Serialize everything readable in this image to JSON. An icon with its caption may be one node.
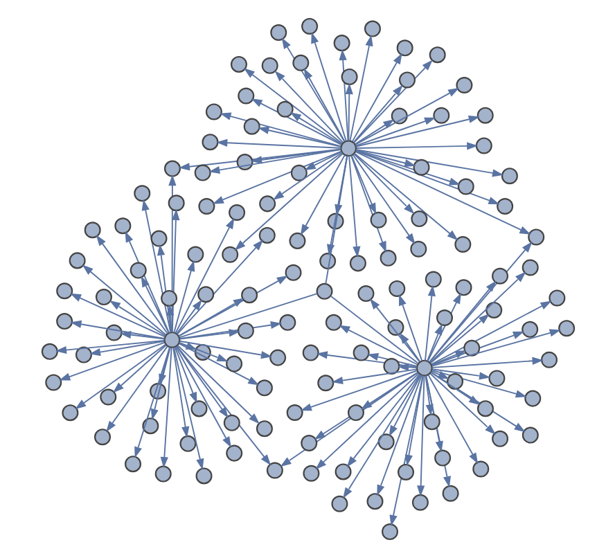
{
  "diagram": {
    "nodes": [
      {
        "text": [],
        "shape": "circle"
      },
      {
        "text": [],
        "shape": "circle"
      },
      {
        "text": [],
        "shape": "circle"
      },
      {
        "text": [],
        "shape": "circle"
      },
      {
        "text": [],
        "shape": "circle"
      },
      {
        "text": [],
        "shape": "circle"
      },
      {
        "text": [],
        "shape": "circle"
      },
      {
        "text": [],
        "shape": "circle"
      },
      {
        "text": [],
        "shape": "circle"
      },
      {
        "text": [],
        "shape": "circle"
      },
      {
        "text": [],
        "shape": "circle"
      },
      {
        "text": [],
        "shape": "circle"
      },
      {
        "text": [],
        "shape": "circle"
      },
      {
        "text": [],
        "shape": "circle"
      },
      {
        "text": [],
        "shape": "circle"
      },
      {
        "text": [],
        "shape": "circle"
      },
      {
        "text": [],
        "shape": "circle"
      },
      {
        "text": [],
        "shape": "circle"
      },
      {
        "text": [],
        "shape": "circle"
      },
      {
        "text": [],
        "shape": "circle"
      },
      {
        "text": [],
        "shape": "circle"
      },
      {
        "text": [],
        "shape": "circle"
      },
      {
        "text": [],
        "shape": "circle"
      },
      {
        "text": [],
        "shape": "circle"
      },
      {
        "text": [],
        "shape": "circle"
      },
      {
        "text": [],
        "shape": "circle"
      },
      {
        "text": [],
        "shape": "circle"
      },
      {
        "text": [],
        "shape": "circle"
      },
      {
        "text": [],
        "shape": "circle"
      },
      {
        "text": [],
        "shape": "circle"
      },
      {
        "text": [],
        "shape": "circle"
      },
      {
        "text": [],
        "shape": "circle"
      },
      {
        "text": [],
        "shape": "circle"
      },
      {
        "text": [],
        "shape": "circle"
      },
      {
        "text": [],
        "shape": "circle"
      },
      {
        "text": [],
        "shape": "circle"
      },
      {
        "text": [],
        "shape": "circle"
      },
      {
        "text": [],
        "shape": "circle"
      },
      {
        "text": [],
        "shape": "circle"
      },
      {
        "text": [],
        "shape": "circle"
      },
      {
        "text": [],
        "shape": "circle"
      },
      {
        "text": [],
        "shape": "circle"
      },
      {
        "text": [],
        "shape": "circle"
      },
      {
        "text": [],
        "shape": "circle"
      },
      {
        "text": [],
        "shape": "circle"
      },
      {
        "text": [],
        "shape": "circle"
      },
      {
        "text": [],
        "shape": "circle"
      },
      {
        "text": [],
        "shape": "circle"
      },
      {
        "text": [],
        "shape": "circle"
      },
      {
        "text": [],
        "shape": "circle"
      },
      {
        "text": [],
        "shape": "circle"
      },
      {
        "text": [],
        "shape": "circle"
      },
      {
        "text": [],
        "shape": "circle"
      },
      {
        "text": [],
        "shape": "circle"
      },
      {
        "text": [],
        "shape": "circle"
      },
      {
        "text": [],
        "shape": "circle"
      },
      {
        "text": [],
        "shape": "circle"
      },
      {
        "text": [],
        "shape": "circle"
      },
      {
        "text": [],
        "shape": "circle"
      },
      {
        "text": [],
        "shape": "circle"
      },
      {
        "text": [],
        "shape": "circle"
      },
      {
        "text": [],
        "shape": "circle"
      },
      {
        "text": [],
        "shape": "circle"
      },
      {
        "text": [],
        "shape": "circle"
      },
      {
        "text": [],
        "shape": "circle"
      },
      {
        "text": [],
        "shape": "circle"
      },
      {
        "text": [],
        "shape": "circle"
      },
      {
        "text": [],
        "shape": "circle"
      },
      {
        "text": [],
        "shape": "circle"
      },
      {
        "text": [],
        "shape": "circle"
      },
      {
        "text": [],
        "shape": "circle"
      },
      {
        "text": [],
        "shape": "circle"
      },
      {
        "text": [],
        "shape": "circle"
      },
      {
        "text": [],
        "shape": "circle"
      },
      {
        "text": [],
        "shape": "circle"
      },
      {
        "text": [],
        "shape": "circle"
      },
      {
        "text": [],
        "shape": "circle"
      },
      {
        "text": [],
        "shape": "circle"
      },
      {
        "text": [],
        "shape": "circle"
      },
      {
        "text": [],
        "shape": "circle"
      },
      {
        "text": [],
        "shape": "circle"
      },
      {
        "text": [],
        "shape": "circle"
      },
      {
        "text": [],
        "shape": "circle"
      },
      {
        "text": [],
        "shape": "circle"
      },
      {
        "text": [],
        "shape": "circle"
      },
      {
        "text": [],
        "shape": "circle"
      },
      {
        "text": [],
        "shape": "circle"
      },
      {
        "text": [],
        "shape": "circle"
      },
      {
        "text": [],
        "shape": "circle"
      },
      {
        "text": [],
        "shape": "circle"
      },
      {
        "text": [],
        "shape": "circle"
      },
      {
        "text": [],
        "shape": "circle"
      },
      {
        "text": [],
        "shape": "circle"
      },
      {
        "text": [],
        "shape": "circle"
      },
      {
        "text": [],
        "shape": "circle"
      },
      {
        "text": [],
        "shape": "circle"
      },
      {
        "text": [],
        "shape": "circle"
      },
      {
        "text": [],
        "shape": "circle"
      },
      {
        "text": [],
        "shape": "circle"
      },
      {
        "text": [],
        "shape": "circle"
      },
      {
        "text": [],
        "shape": "circle"
      },
      {
        "text": [],
        "shape": "circle"
      },
      {
        "text": [],
        "shape": "circle"
      },
      {
        "text": [],
        "shape": "circle"
      },
      {
        "text": [],
        "shape": "circle"
      },
      {
        "text": [],
        "shape": "circle"
      },
      {
        "text": [],
        "shape": "circle"
      },
      {
        "text": [],
        "shape": "circle"
      },
      {
        "text": [],
        "shape": "circle"
      },
      {
        "text": [],
        "shape": "circle"
      },
      {
        "text": [],
        "shape": "circle"
      },
      {
        "text": [],
        "shape": "circle"
      },
      {
        "text": [],
        "shape": "circle"
      },
      {
        "text": [],
        "shape": "circle"
      },
      {
        "text": [],
        "shape": "circle"
      },
      {
        "text": [],
        "shape": "circle"
      },
      {
        "text": [],
        "shape": "circle"
      },
      {
        "text": [],
        "shape": "circle"
      },
      {
        "text": [],
        "shape": "circle"
      },
      {
        "text": [],
        "shape": "circle"
      },
      {
        "text": [],
        "shape": "circle"
      },
      {
        "text": [],
        "shape": "circle"
      },
      {
        "text": [],
        "shape": "circle"
      },
      {
        "text": [],
        "shape": "circle"
      },
      {
        "text": [],
        "shape": "circle"
      },
      {
        "text": [],
        "shape": "circle"
      },
      {
        "text": [],
        "shape": "circle"
      }
    ],
    "edges": [
      {
        "from": 0,
        "to": 4,
        "arrow": "to"
      },
      {
        "from": 1,
        "to": 4,
        "arrow": "to"
      },
      {
        "from": 0,
        "to": 5,
        "arrow": "to"
      },
      {
        "from": 2,
        "to": 5,
        "arrow": "to"
      },
      {
        "from": 1,
        "to": 6,
        "arrow": "to"
      },
      {
        "from": 2,
        "to": 6,
        "arrow": "to"
      },
      {
        "from": 3,
        "to": 0,
        "arrow": "none"
      },
      {
        "from": 3,
        "to": 1,
        "arrow": "none"
      },
      {
        "from": 3,
        "to": 2,
        "arrow": "none"
      },
      {
        "from": 0,
        "to": 7,
        "arrow": "to"
      },
      {
        "from": 0,
        "to": 8,
        "arrow": "to"
      },
      {
        "from": 0,
        "to": 9,
        "arrow": "to"
      },
      {
        "from": 0,
        "to": 10,
        "arrow": "to"
      },
      {
        "from": 0,
        "to": 11,
        "arrow": "to"
      },
      {
        "from": 0,
        "to": 12,
        "arrow": "to"
      },
      {
        "from": 0,
        "to": 13,
        "arrow": "to"
      },
      {
        "from": 0,
        "to": 14,
        "arrow": "to"
      },
      {
        "from": 0,
        "to": 15,
        "arrow": "to"
      },
      {
        "from": 0,
        "to": 16,
        "arrow": "to"
      },
      {
        "from": 0,
        "to": 17,
        "arrow": "to"
      },
      {
        "from": 0,
        "to": 18,
        "arrow": "to"
      },
      {
        "from": 0,
        "to": 19,
        "arrow": "to"
      },
      {
        "from": 0,
        "to": 20,
        "arrow": "to"
      },
      {
        "from": 0,
        "to": 21,
        "arrow": "to"
      },
      {
        "from": 0,
        "to": 22,
        "arrow": "to"
      },
      {
        "from": 0,
        "to": 23,
        "arrow": "to"
      },
      {
        "from": 0,
        "to": 24,
        "arrow": "to"
      },
      {
        "from": 0,
        "to": 25,
        "arrow": "to"
      },
      {
        "from": 0,
        "to": 26,
        "arrow": "to"
      },
      {
        "from": 0,
        "to": 27,
        "arrow": "to"
      },
      {
        "from": 0,
        "to": 28,
        "arrow": "to"
      },
      {
        "from": 0,
        "to": 29,
        "arrow": "to"
      },
      {
        "from": 0,
        "to": 30,
        "arrow": "to"
      },
      {
        "from": 0,
        "to": 31,
        "arrow": "to"
      },
      {
        "from": 0,
        "to": 32,
        "arrow": "to"
      },
      {
        "from": 0,
        "to": 33,
        "arrow": "to"
      },
      {
        "from": 0,
        "to": 34,
        "arrow": "to"
      },
      {
        "from": 0,
        "to": 35,
        "arrow": "to"
      },
      {
        "from": 0,
        "to": 36,
        "arrow": "to"
      },
      {
        "from": 0,
        "to": 37,
        "arrow": "to"
      },
      {
        "from": 0,
        "to": 38,
        "arrow": "to"
      },
      {
        "from": 0,
        "to": 39,
        "arrow": "to"
      },
      {
        "from": 0,
        "to": 40,
        "arrow": "to"
      },
      {
        "from": 0,
        "to": 41,
        "arrow": "to"
      },
      {
        "from": 0,
        "to": 42,
        "arrow": "to"
      },
      {
        "from": 0,
        "to": 43,
        "arrow": "to"
      },
      {
        "from": 0,
        "to": 44,
        "arrow": "to"
      },
      {
        "from": 0,
        "to": 45,
        "arrow": "to"
      },
      {
        "from": 0,
        "to": 46,
        "arrow": "to"
      },
      {
        "from": 1,
        "to": 47,
        "arrow": "to"
      },
      {
        "from": 1,
        "to": 48,
        "arrow": "to"
      },
      {
        "from": 1,
        "to": 49,
        "arrow": "to"
      },
      {
        "from": 1,
        "to": 50,
        "arrow": "to"
      },
      {
        "from": 1,
        "to": 51,
        "arrow": "to"
      },
      {
        "from": 1,
        "to": 52,
        "arrow": "to"
      },
      {
        "from": 1,
        "to": 53,
        "arrow": "to"
      },
      {
        "from": 1,
        "to": 54,
        "arrow": "to"
      },
      {
        "from": 1,
        "to": 55,
        "arrow": "to"
      },
      {
        "from": 1,
        "to": 56,
        "arrow": "to"
      },
      {
        "from": 1,
        "to": 57,
        "arrow": "to"
      },
      {
        "from": 1,
        "to": 58,
        "arrow": "to"
      },
      {
        "from": 1,
        "to": 59,
        "arrow": "to"
      },
      {
        "from": 1,
        "to": 60,
        "arrow": "to"
      },
      {
        "from": 1,
        "to": 61,
        "arrow": "to"
      },
      {
        "from": 1,
        "to": 62,
        "arrow": "to"
      },
      {
        "from": 1,
        "to": 63,
        "arrow": "to"
      },
      {
        "from": 1,
        "to": 64,
        "arrow": "to"
      },
      {
        "from": 1,
        "to": 65,
        "arrow": "to"
      },
      {
        "from": 1,
        "to": 66,
        "arrow": "to"
      },
      {
        "from": 1,
        "to": 67,
        "arrow": "to"
      },
      {
        "from": 1,
        "to": 68,
        "arrow": "to"
      },
      {
        "from": 1,
        "to": 69,
        "arrow": "to"
      },
      {
        "from": 1,
        "to": 70,
        "arrow": "to"
      },
      {
        "from": 1,
        "to": 71,
        "arrow": "to"
      },
      {
        "from": 1,
        "to": 72,
        "arrow": "to"
      },
      {
        "from": 1,
        "to": 73,
        "arrow": "to"
      },
      {
        "from": 1,
        "to": 74,
        "arrow": "to"
      },
      {
        "from": 1,
        "to": 75,
        "arrow": "to"
      },
      {
        "from": 1,
        "to": 76,
        "arrow": "to"
      },
      {
        "from": 1,
        "to": 77,
        "arrow": "to"
      },
      {
        "from": 1,
        "to": 78,
        "arrow": "to"
      },
      {
        "from": 1,
        "to": 79,
        "arrow": "to"
      },
      {
        "from": 1,
        "to": 80,
        "arrow": "to"
      },
      {
        "from": 1,
        "to": 81,
        "arrow": "to"
      },
      {
        "from": 1,
        "to": 82,
        "arrow": "to"
      },
      {
        "from": 1,
        "to": 83,
        "arrow": "to"
      },
      {
        "from": 1,
        "to": 84,
        "arrow": "to"
      },
      {
        "from": 1,
        "to": 85,
        "arrow": "to"
      },
      {
        "from": 1,
        "to": 86,
        "arrow": "to"
      },
      {
        "from": 2,
        "to": 87,
        "arrow": "to"
      },
      {
        "from": 2,
        "to": 88,
        "arrow": "to"
      },
      {
        "from": 2,
        "to": 89,
        "arrow": "to"
      },
      {
        "from": 2,
        "to": 90,
        "arrow": "to"
      },
      {
        "from": 2,
        "to": 91,
        "arrow": "to"
      },
      {
        "from": 2,
        "to": 92,
        "arrow": "to"
      },
      {
        "from": 2,
        "to": 93,
        "arrow": "to"
      },
      {
        "from": 2,
        "to": 94,
        "arrow": "to"
      },
      {
        "from": 2,
        "to": 95,
        "arrow": "to"
      },
      {
        "from": 2,
        "to": 96,
        "arrow": "to"
      },
      {
        "from": 2,
        "to": 97,
        "arrow": "to"
      },
      {
        "from": 2,
        "to": 98,
        "arrow": "to"
      },
      {
        "from": 2,
        "to": 99,
        "arrow": "to"
      },
      {
        "from": 2,
        "to": 100,
        "arrow": "to"
      },
      {
        "from": 2,
        "to": 101,
        "arrow": "to"
      },
      {
        "from": 2,
        "to": 102,
        "arrow": "to"
      },
      {
        "from": 2,
        "to": 103,
        "arrow": "to"
      },
      {
        "from": 2,
        "to": 104,
        "arrow": "to"
      },
      {
        "from": 2,
        "to": 105,
        "arrow": "to"
      },
      {
        "from": 2,
        "to": 106,
        "arrow": "to"
      },
      {
        "from": 2,
        "to": 107,
        "arrow": "to"
      },
      {
        "from": 2,
        "to": 108,
        "arrow": "to"
      },
      {
        "from": 2,
        "to": 109,
        "arrow": "to"
      },
      {
        "from": 2,
        "to": 110,
        "arrow": "to"
      },
      {
        "from": 2,
        "to": 111,
        "arrow": "to"
      },
      {
        "from": 2,
        "to": 112,
        "arrow": "to"
      },
      {
        "from": 2,
        "to": 113,
        "arrow": "to"
      },
      {
        "from": 2,
        "to": 114,
        "arrow": "to"
      },
      {
        "from": 2,
        "to": 115,
        "arrow": "to"
      },
      {
        "from": 2,
        "to": 116,
        "arrow": "to"
      },
      {
        "from": 2,
        "to": 117,
        "arrow": "to"
      },
      {
        "from": 2,
        "to": 118,
        "arrow": "to"
      },
      {
        "from": 2,
        "to": 119,
        "arrow": "to"
      },
      {
        "from": 2,
        "to": 120,
        "arrow": "to"
      },
      {
        "from": 2,
        "to": 121,
        "arrow": "to"
      },
      {
        "from": 2,
        "to": 122,
        "arrow": "to"
      },
      {
        "from": 2,
        "to": 123,
        "arrow": "to"
      },
      {
        "from": 2,
        "to": 124,
        "arrow": "to"
      },
      {
        "from": 2,
        "to": 125,
        "arrow": "to"
      },
      {
        "from": 2,
        "to": 126,
        "arrow": "to"
      }
    ]
  }
}
